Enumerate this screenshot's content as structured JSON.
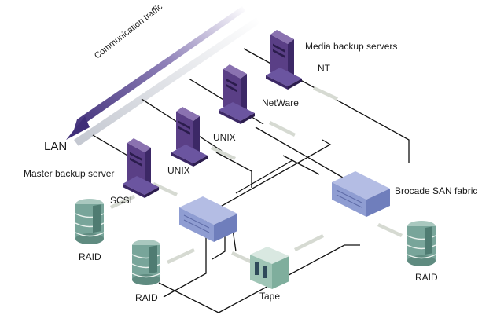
{
  "diagram": {
    "communication_label": "Communication traffic",
    "lan_label": "LAN",
    "media_backup_label": "Media backup servers",
    "master_backup_label": "Master backup server",
    "fabric_label": "Brocade SAN fabric",
    "server_labels": {
      "nt": "NT",
      "netware": "NetWare",
      "unix1": "UNIX",
      "unix2": "UNIX"
    },
    "scsi_label": "SCSI",
    "raid_labels": {
      "left_top": "RAID",
      "left_bottom": "RAID",
      "right": "RAID"
    },
    "tape_label": "Tape",
    "colors": {
      "server_purple": "#5a3f86",
      "server_light": "#8a72b0",
      "switch_blue": "#9aa7d6",
      "storage_teal": "#78a59a",
      "tape_teal": "#b7d4c8",
      "lan_arrow": "#4b3a82",
      "lan_grey": "#c8ccd6",
      "data_arrow": "#d8dcd4"
    }
  }
}
